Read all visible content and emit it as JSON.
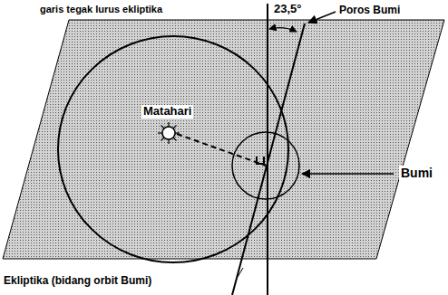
{
  "diagram": {
    "labels": [
      "garis tegak lurus ekliptika",
      "23,5°",
      "Poros Bumi",
      "Matahari",
      "Bumi",
      "Ekliptika (bidang orbit Bumi)"
    ]
  }
}
